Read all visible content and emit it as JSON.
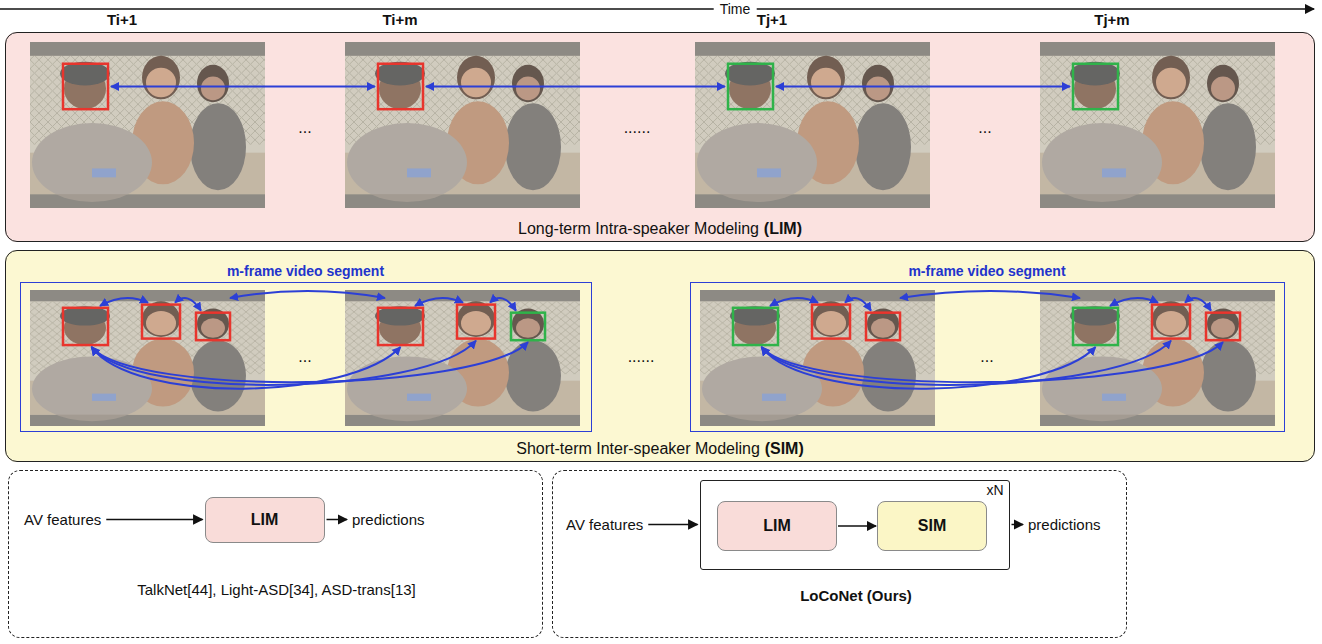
{
  "diagram": {
    "nodes": [
      {
        "text": [
          "Long-term Intra-speaker Modeling",
          "(LIM)"
        ]
      },
      {
        "text": [
          "Short-term Inter-speaker Modeling",
          "(SIM)"
        ]
      },
      {
        "text": [
          "m-frame video segment"
        ],
        "in": 1
      },
      {
        "text": [
          "m-frame video segment"
        ],
        "in": 1
      },
      {
        "text": [
          "TalkNet[44], Light-ASD[34], ASD-trans[13]"
        ]
      },
      {
        "text": [
          "LIM"
        ],
        "in": 4
      },
      {
        "text": [
          "LoCoNet (Ours)"
        ]
      },
      {
        "text": [
          "xN"
        ],
        "in": 6
      },
      {
        "text": [
          "LIM"
        ],
        "in": 7
      },
      {
        "text": [
          "SIM"
        ],
        "in": 7
      }
    ],
    "edges": [
      {
        "from": 8,
        "to": 9,
        "arrow": "to"
      }
    ],
    "labels": [
      "Time",
      "Ti+1",
      "Ti+m",
      "Tj+1",
      "Tj+m",
      "...",
      "......",
      "...",
      "...",
      "......",
      "...",
      "AV features",
      "predictions",
      "AV features",
      "predictions"
    ]
  }
}
